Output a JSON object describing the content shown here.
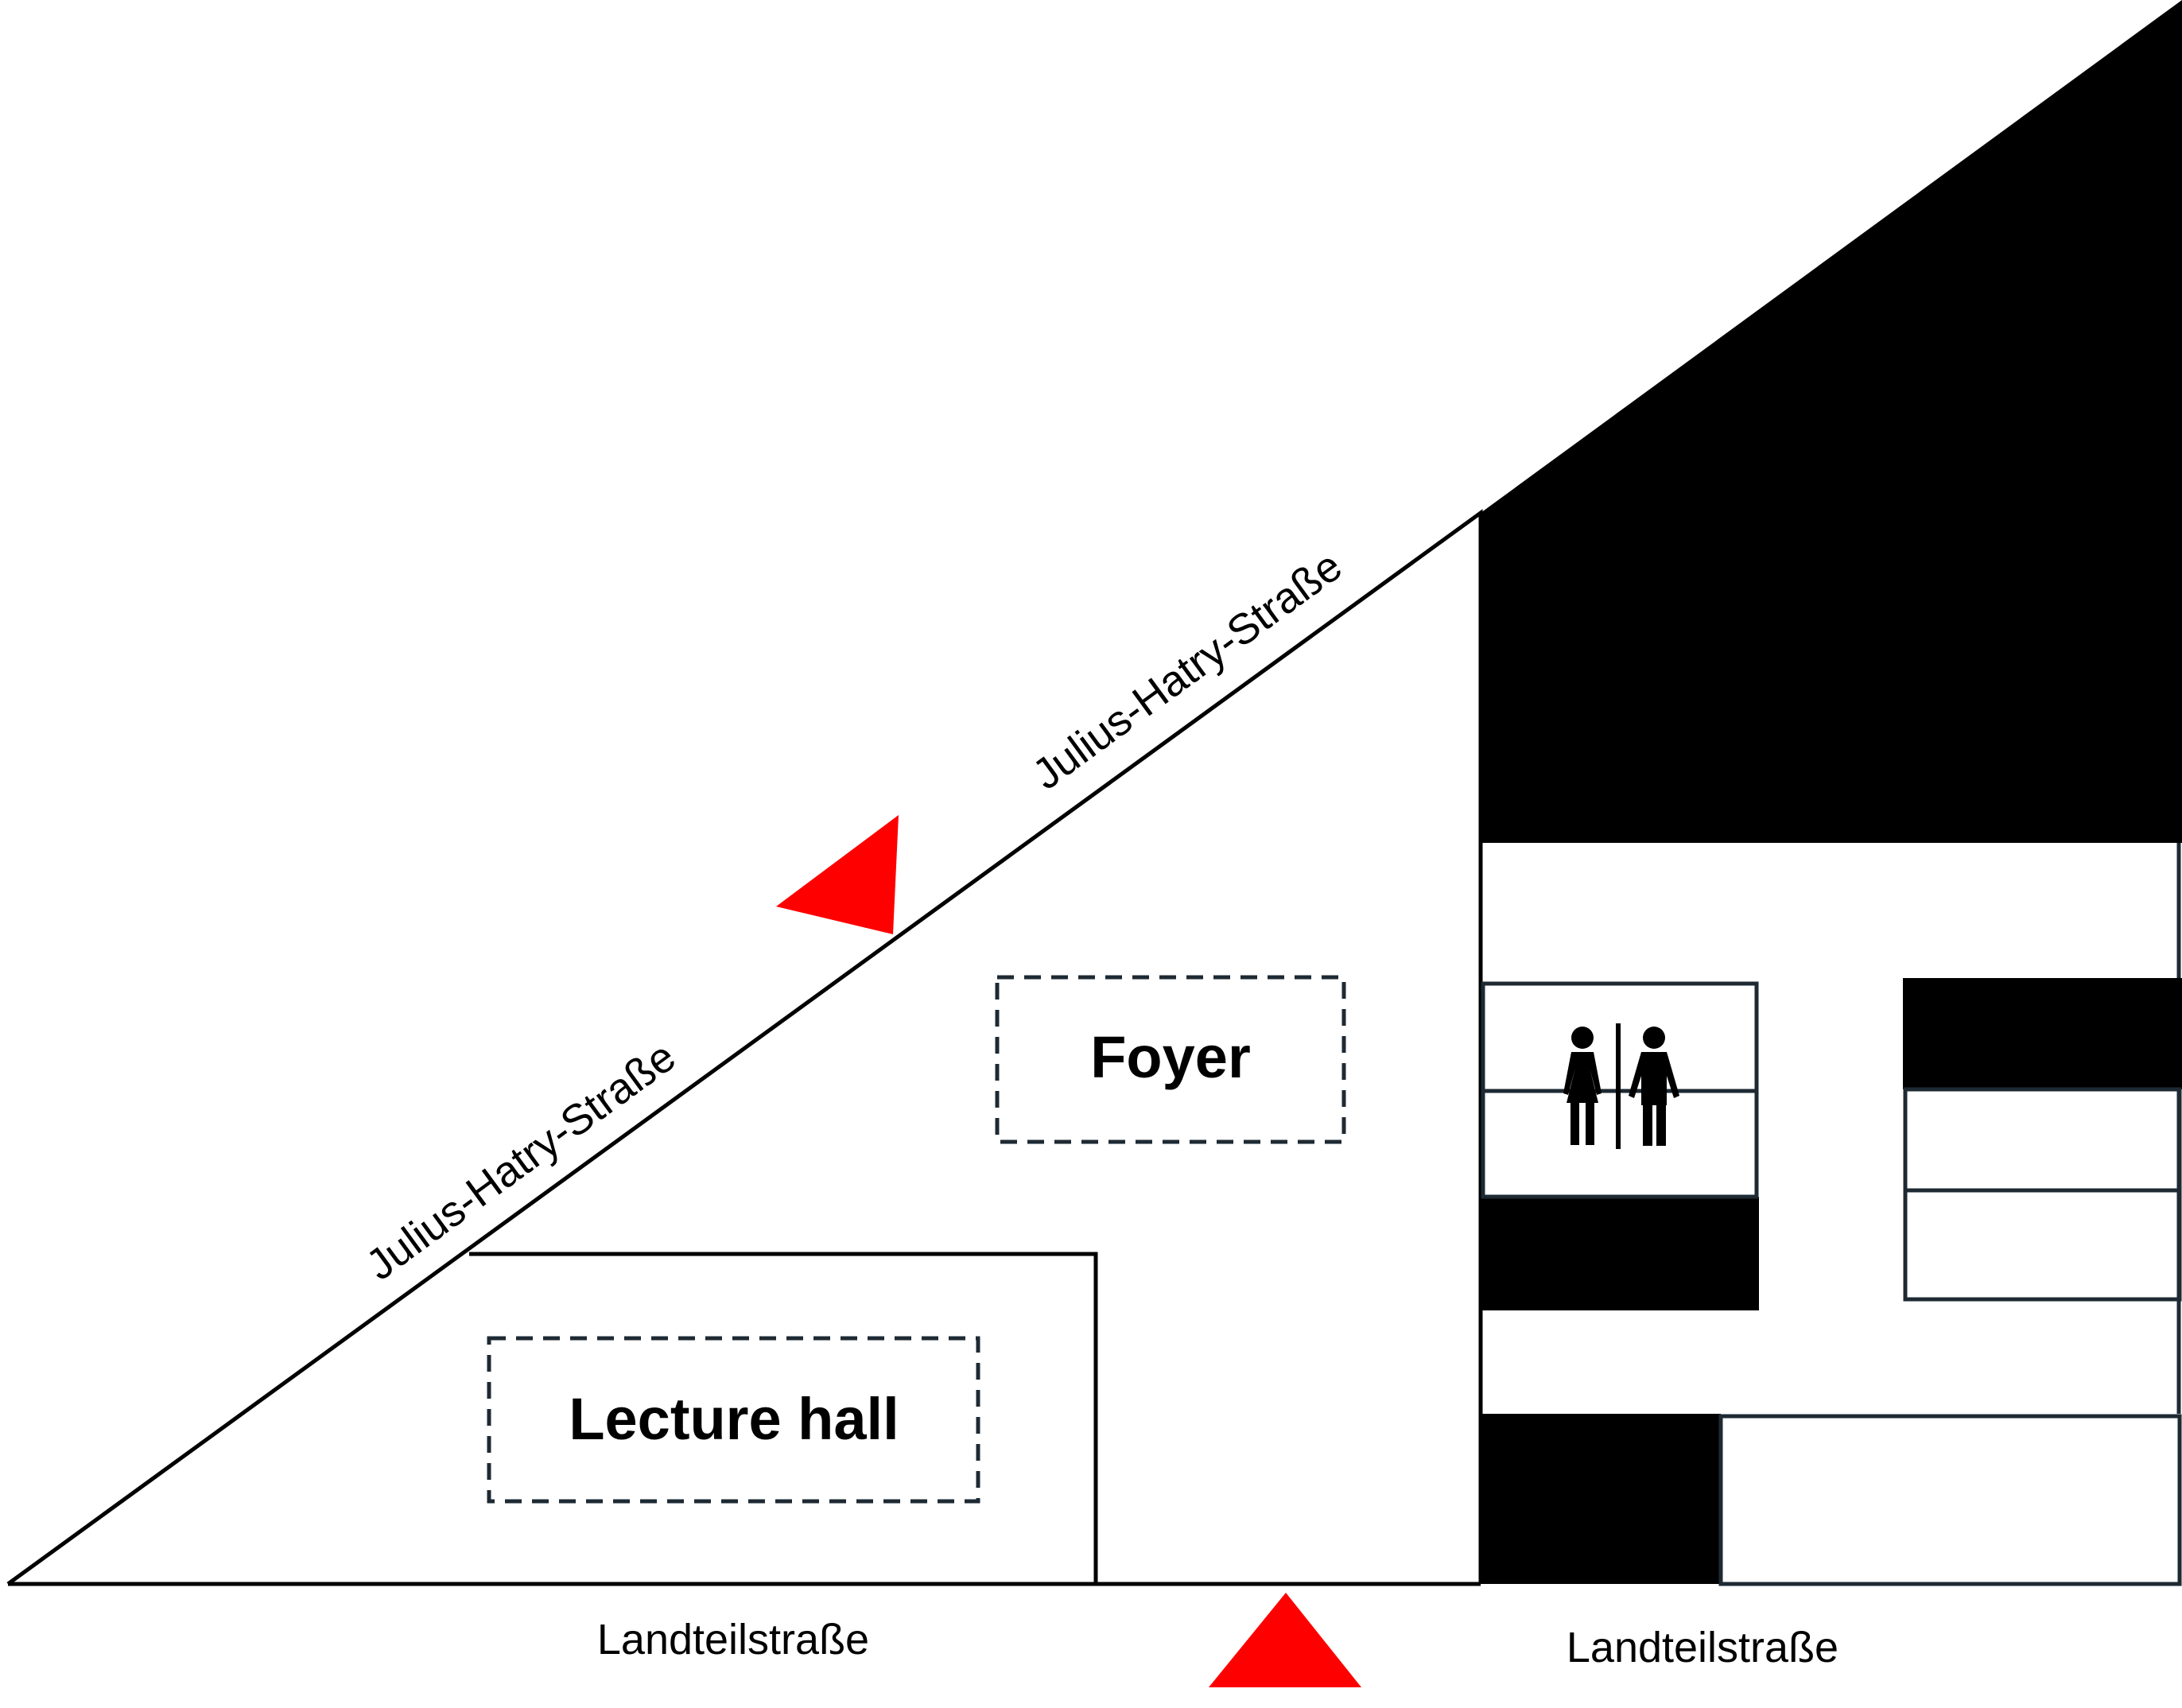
{
  "streets": {
    "diagonal_label_upper": "Julius-Hatry-Straße",
    "diagonal_label_lower": "Julius-Hatry-Straße",
    "bottom_label_left": "Landteilstraße",
    "bottom_label_right": "Landteilstraße"
  },
  "rooms": {
    "foyer": "Foyer",
    "lecture_hall": "Lecture hall"
  },
  "icons": {
    "restroom": "restroom-icon",
    "entrance": "entrance-marker-icon"
  },
  "colors": {
    "building_fill": "#000000",
    "entrance_marker": "#ff0000",
    "room_outline": "#1e2a33",
    "wall": "#000000"
  }
}
